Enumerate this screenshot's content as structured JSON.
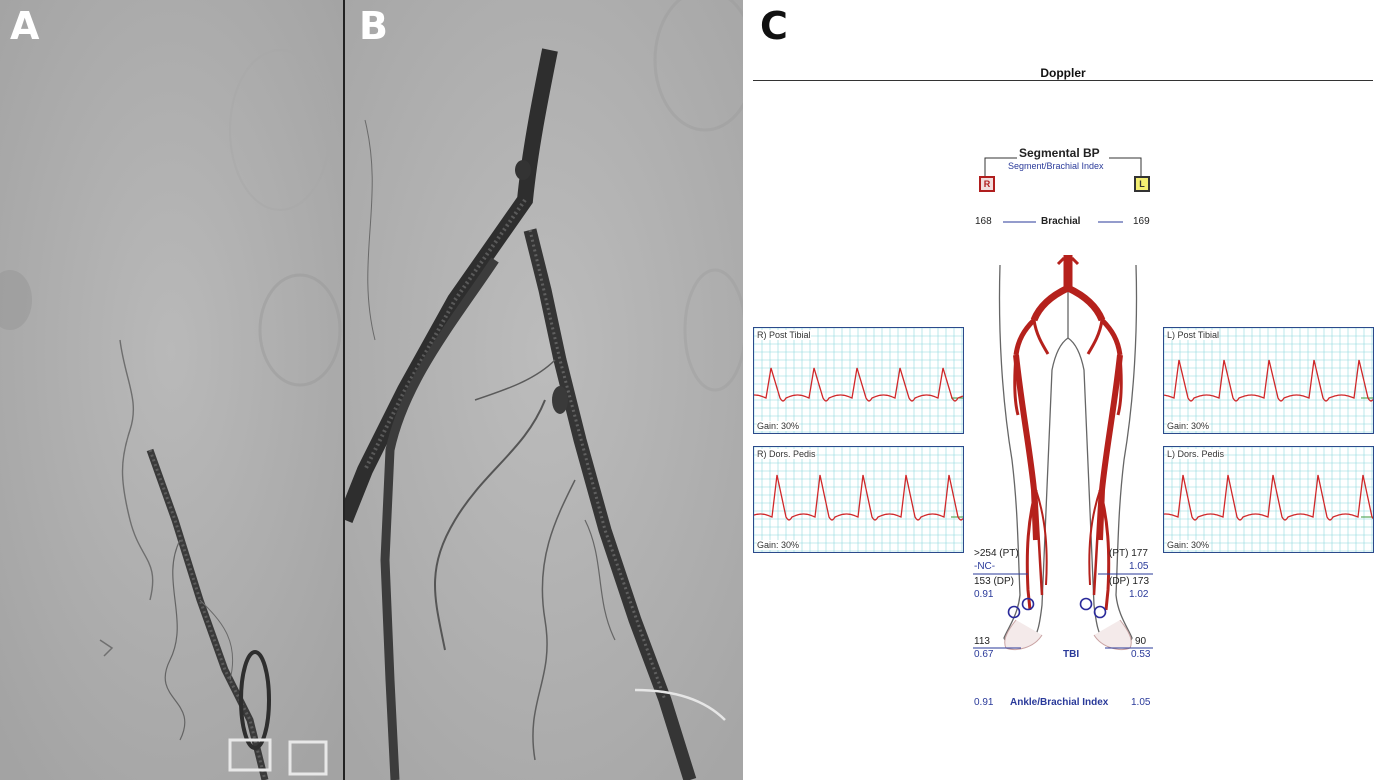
{
  "panels": {
    "a_label": "A",
    "b_label": "B",
    "c_label": "C"
  },
  "doppler": {
    "title": "Doppler",
    "segmental_title": "Segmental BP",
    "segmental_subtitle": "Segment/Brachial Index",
    "right_marker": "R",
    "left_marker": "L",
    "brachial_label": "Brachial",
    "brachial_right": "168",
    "brachial_left": "169",
    "right_pt_value": ">254 (PT)",
    "right_pt_index": "-NC-",
    "right_dp_value": "153 (DP)",
    "right_dp_index": "0.91",
    "left_pt_value": "(PT) 177",
    "left_pt_index": "1.05",
    "left_dp_value": "(DP) 173",
    "left_dp_index": "1.02",
    "tbi_label": "TBI",
    "tbi_right_value": "113",
    "tbi_right_index": "0.67",
    "tbi_left_value": "90",
    "tbi_left_index": "0.53",
    "abi_label": "Ankle/Brachial Index",
    "abi_right": "0.91",
    "abi_left": "1.05",
    "colors": {
      "artery": "#b5211c",
      "waveform": "#d0282a",
      "grid": "#8ed8de",
      "frame": "#2c4a8c",
      "index_text": "#2a3a9a",
      "right_marker": "#b01e1e",
      "left_marker": "#f3ee72"
    }
  },
  "waveforms": {
    "r_post_tibial": {
      "label": "R) Post Tibial",
      "gain": "Gain: 30%"
    },
    "r_dors_pedis": {
      "label": "R) Dors. Pedis",
      "gain": "Gain: 30%"
    },
    "l_post_tibial": {
      "label": "L) Post Tibial",
      "gain": "Gain: 30%"
    },
    "l_dors_pedis": {
      "label": "L) Dors. Pedis",
      "gain": "Gain: 30%"
    }
  }
}
